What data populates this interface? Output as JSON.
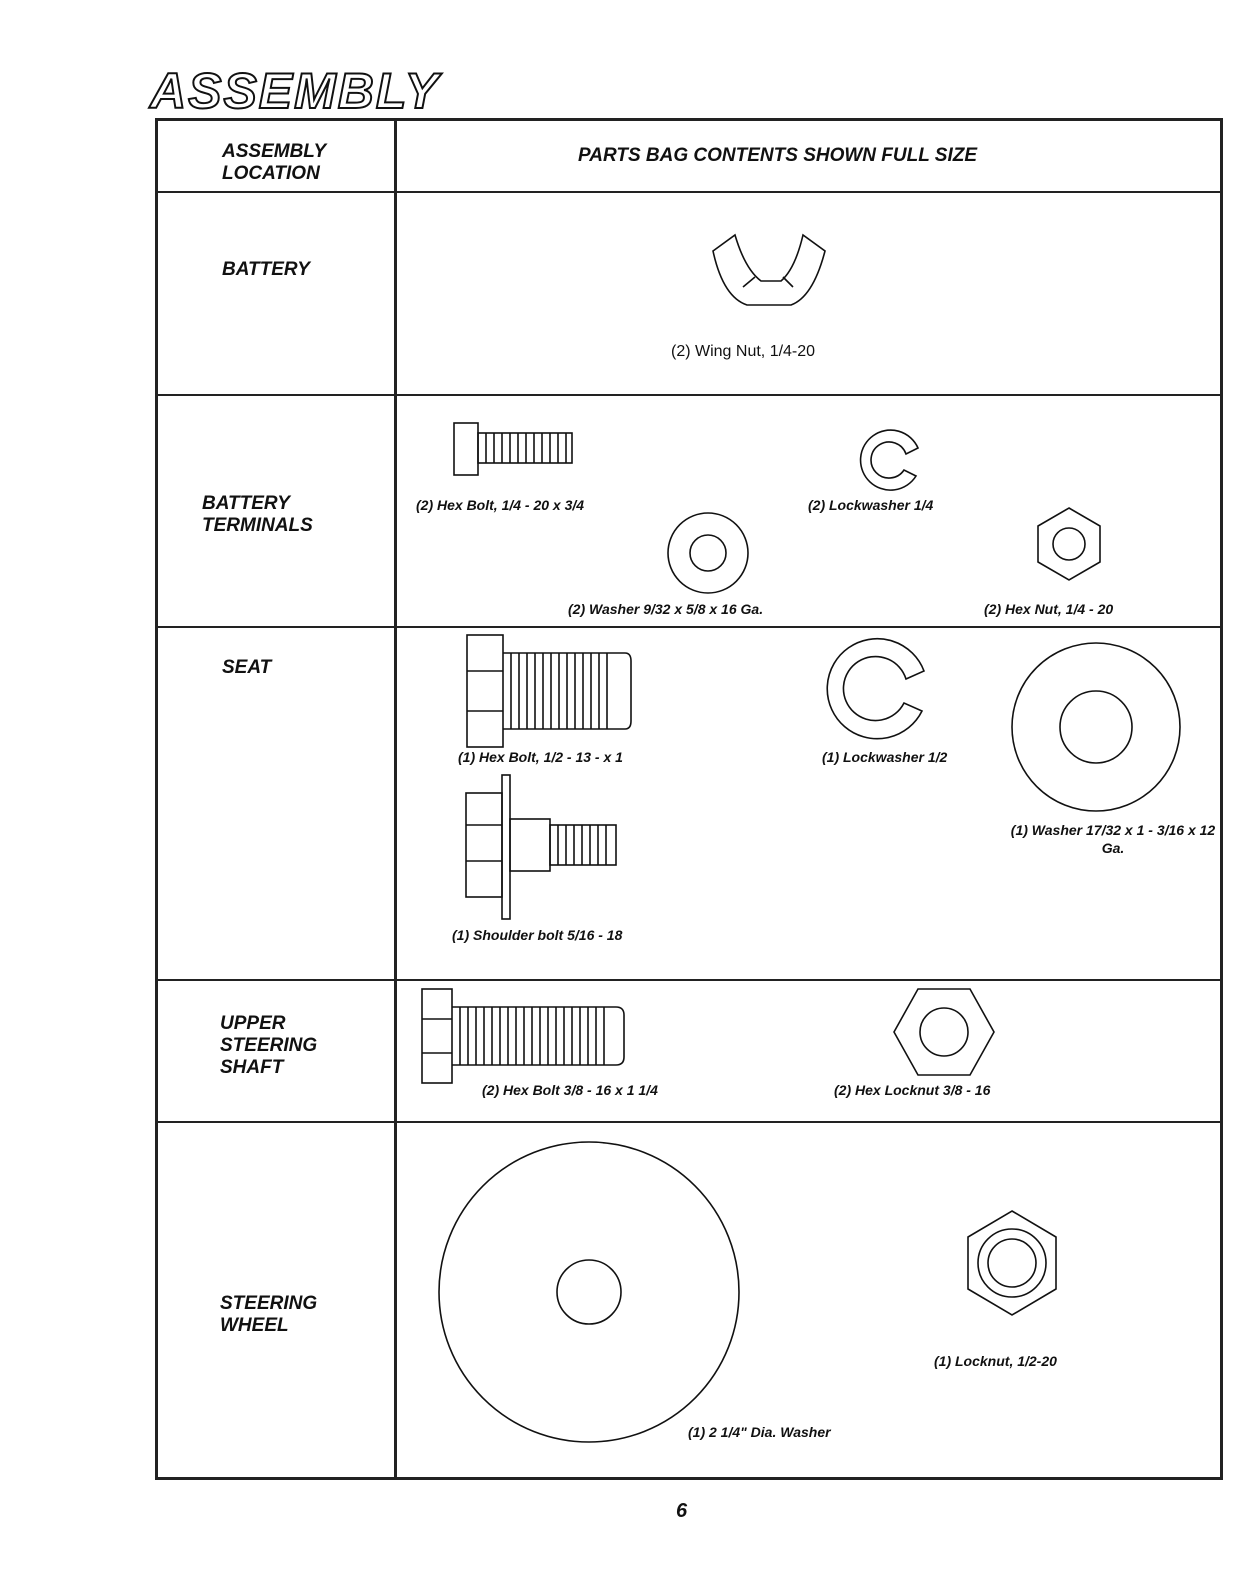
{
  "page": {
    "title": "ASSEMBLY",
    "page_number": "6"
  },
  "table": {
    "col_location": "ASSEMBLY LOCATION",
    "col_parts": "PARTS BAG CONTENTS SHOWN FULL SIZE",
    "rows": [
      {
        "location": "BATTERY",
        "parts": [
          "(2) Wing Nut, 1/4-20"
        ]
      },
      {
        "location": "BATTERY TERMINALS",
        "parts": [
          "(2) Hex Bolt, 1/4 - 20 x 3/4",
          "(2) Lockwasher 1/4",
          "(2) Washer 9/32 x 5/8 x 16 Ga.",
          "(2) Hex Nut, 1/4 - 20"
        ]
      },
      {
        "location": "SEAT",
        "parts": [
          "(1) Hex Bolt, 1/2 - 13 - x 1",
          "(1) Lockwasher 1/2",
          "(1) Washer 17/32 x 1 - 3/16 x 12 Ga.",
          "(1) Shoulder bolt 5/16 - 18"
        ]
      },
      {
        "location": "UPPER STEERING SHAFT",
        "parts": [
          "(2) Hex Bolt 3/8 - 16 x 1 1/4",
          "(2) Hex Locknut 3/8 - 16"
        ]
      },
      {
        "location": "STEERING WHEEL",
        "parts": [
          "(1) Locknut, 1/2-20",
          "(1) 2 1/4\" Dia. Washer"
        ]
      }
    ]
  }
}
